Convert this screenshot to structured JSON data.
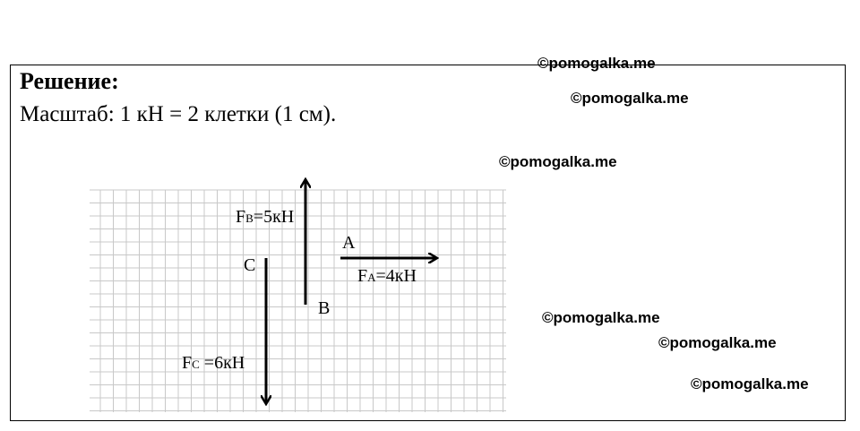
{
  "solution": {
    "heading": "Решение:",
    "scale_text": "Масштаб: 1 кН = 2 клетки (1 см)."
  },
  "watermark": "©pomogalka.me",
  "diagram": {
    "grid_color": "#c8c8c8",
    "arrow_color": "#000000",
    "points": {
      "a": "A",
      "b": "B",
      "c": "C"
    },
    "forces": {
      "fb": {
        "symbol": "F",
        "sub": "B",
        "value": "=5кН"
      },
      "fa": {
        "symbol": "F",
        "sub": "A",
        "value": "=4кН"
      },
      "fc": {
        "symbol": "F",
        "sub": "C",
        "value": " =6кН"
      }
    }
  }
}
